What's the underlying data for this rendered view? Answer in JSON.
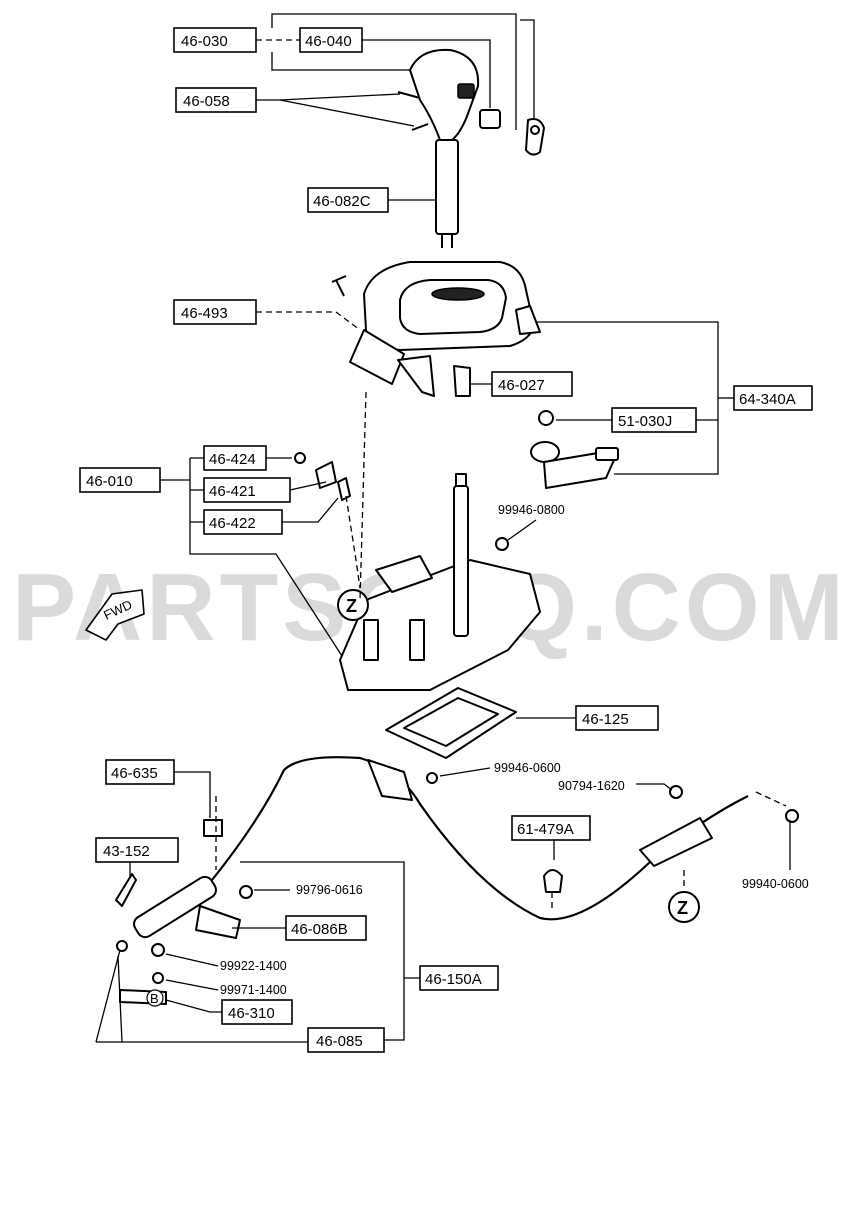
{
  "watermark": "PARTSOUQ.COM",
  "markers": {
    "fwd": "FWD",
    "z": "Z",
    "b": "B"
  },
  "callouts": {
    "c46_030": "46-030",
    "c46_040": "46-040",
    "c46_058": "46-058",
    "c46_082c": "46-082C",
    "c46_493": "46-493",
    "c46_027": "46-027",
    "c64_340a": "64-340A",
    "c51_030j": "51-030J",
    "c46_010": "46-010",
    "c46_424": "46-424",
    "c46_421": "46-421",
    "c46_422": "46-422",
    "c46_125": "46-125",
    "c46_635": "46-635",
    "c43_152": "43-152",
    "c61_479a": "61-479A",
    "c46_086b": "46-086B",
    "c46_150a": "46-150A",
    "c46_310": "46-310",
    "c46_085": "46-085"
  },
  "plain_labels": {
    "p99946_0800": "99946-0800",
    "p99946_0600": "99946-0600",
    "p90794_1620": "90794-1620",
    "p99940_0600": "99940-0600",
    "p99796_0616": "99796-0616",
    "p99922_1400": "99922-1400",
    "p99971_1400": "99971-1400"
  }
}
